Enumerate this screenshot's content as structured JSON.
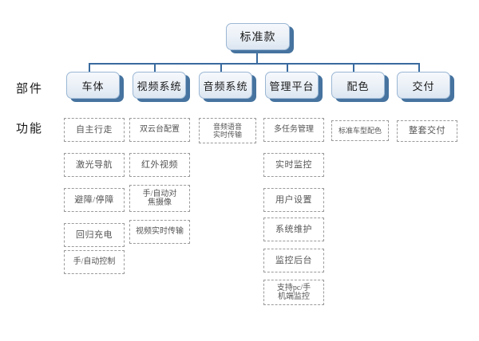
{
  "chart_data": {
    "type": "diagram",
    "title": "标准款",
    "orientation": "top-down",
    "row_captions": [
      "部件",
      "功能"
    ],
    "colors": {
      "node_fill_top": "#F5F8FC",
      "node_fill_bottom": "#DCE6F1",
      "node_shadow": "#46739F",
      "node_border": "#9BB7D4",
      "connector": "#3A6A9E",
      "leaf_border": "#9A9A9A",
      "leaf_text": "#555555"
    },
    "columns": [
      {
        "name": "车体",
        "functions": [
          "自主行走",
          "激光导航",
          "避障/停障",
          "回归充电",
          "手/自动控制"
        ]
      },
      {
        "name": "视频系统",
        "functions": [
          "双云台配置",
          "红外视频",
          "手/自动对\n焦摄像",
          "视频实时传输"
        ]
      },
      {
        "name": "音频系统",
        "functions": [
          "音频语音\n实时传输"
        ]
      },
      {
        "name": "管理平台",
        "functions": [
          "多任务管理",
          "实时监控",
          "用户设置",
          "系统维护",
          "监控后台",
          "支持pc/手\n机端监控"
        ]
      },
      {
        "name": "配色",
        "functions": [
          "标准车型配色"
        ]
      },
      {
        "name": "交付",
        "functions": [
          "整套交付"
        ]
      }
    ]
  },
  "root": {
    "label": "标准款"
  },
  "captions": {
    "components": "部件",
    "functions": "功能"
  },
  "level1": [
    {
      "label": "车体"
    },
    {
      "label": "视频系统"
    },
    {
      "label": "音频系统"
    },
    {
      "label": "管理平台"
    },
    {
      "label": "配色"
    },
    {
      "label": "交付"
    }
  ],
  "leaves": {
    "c1": [
      {
        "label": "自主行走"
      },
      {
        "label": "激光导航"
      },
      {
        "label": "避障/停障"
      },
      {
        "label": "回归充电"
      },
      {
        "label": "手/自动控制"
      }
    ],
    "c2": [
      {
        "label": "双云台配置"
      },
      {
        "label": "红外视频"
      },
      {
        "label": "手/自动对\n焦摄像"
      },
      {
        "label": "视频实时传输"
      }
    ],
    "c3": [
      {
        "label": "音频语音\n实时传输"
      }
    ],
    "c4": [
      {
        "label": "多任务管理"
      },
      {
        "label": "实时监控"
      },
      {
        "label": "用户设置"
      },
      {
        "label": "系统维护"
      },
      {
        "label": "监控后台"
      },
      {
        "label": "支持pc/手\n机端监控"
      }
    ],
    "c5": [
      {
        "label": "标准车型配色"
      }
    ],
    "c6": [
      {
        "label": "整套交付"
      }
    ]
  }
}
